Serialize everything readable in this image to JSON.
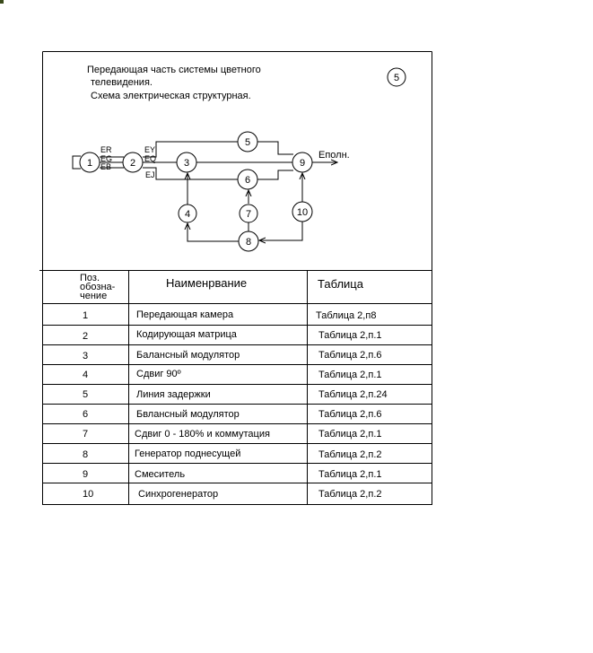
{
  "diagram": {
    "title_lines": [
      "Передающая часть системы цветного",
      "телевидения.",
      "Схема электрическая структурная."
    ],
    "sheet_number": "5",
    "nodes": [
      "1",
      "2",
      "3",
      "4",
      "5",
      "6",
      "7",
      "8",
      "9",
      "10"
    ],
    "signal_labels": {
      "er": "ER",
      "eg": "EG",
      "eb": "EB",
      "ey": "EY",
      "eq": "EQ",
      "ej": "EJ"
    },
    "output_label": "Еполн."
  },
  "table": {
    "headers": {
      "pos": "Поз.\nобозна-\nчение",
      "name": "Наименрвание",
      "ref": "Таблица"
    },
    "rows": [
      {
        "pos": "1",
        "name": "Передающая камера",
        "ref": "Таблица  2,п8"
      },
      {
        "pos": "2",
        "name": "Кодирующая матрица",
        "ref": "Таблица  2,п.1"
      },
      {
        "pos": "3",
        "name": "Балансный модулятор",
        "ref": "Таблица  2,п.6"
      },
      {
        "pos": "4",
        "name": "Сдвиг  90º",
        "ref": "Таблица  2,п.1"
      },
      {
        "pos": "5",
        "name": "Линия задержки",
        "ref": "Таблица  2,п.24"
      },
      {
        "pos": "6",
        "name": "Бвлансный модулятор",
        "ref": "Таблица  2,п.6"
      },
      {
        "pos": "7",
        "name": "Сдвиг  0 - 180% и коммутация",
        "ref": "Таблица  2,п.1"
      },
      {
        "pos": "8",
        "name": "Генератор поднесущей",
        "ref": "Таблица  2,п.2"
      },
      {
        "pos": "9",
        "name": "Смеситель",
        "ref": "Таблица  2,п.1"
      },
      {
        "pos": "10",
        "name": "Синхрогенератор",
        "ref": "Таблица  2,п.2"
      }
    ]
  }
}
